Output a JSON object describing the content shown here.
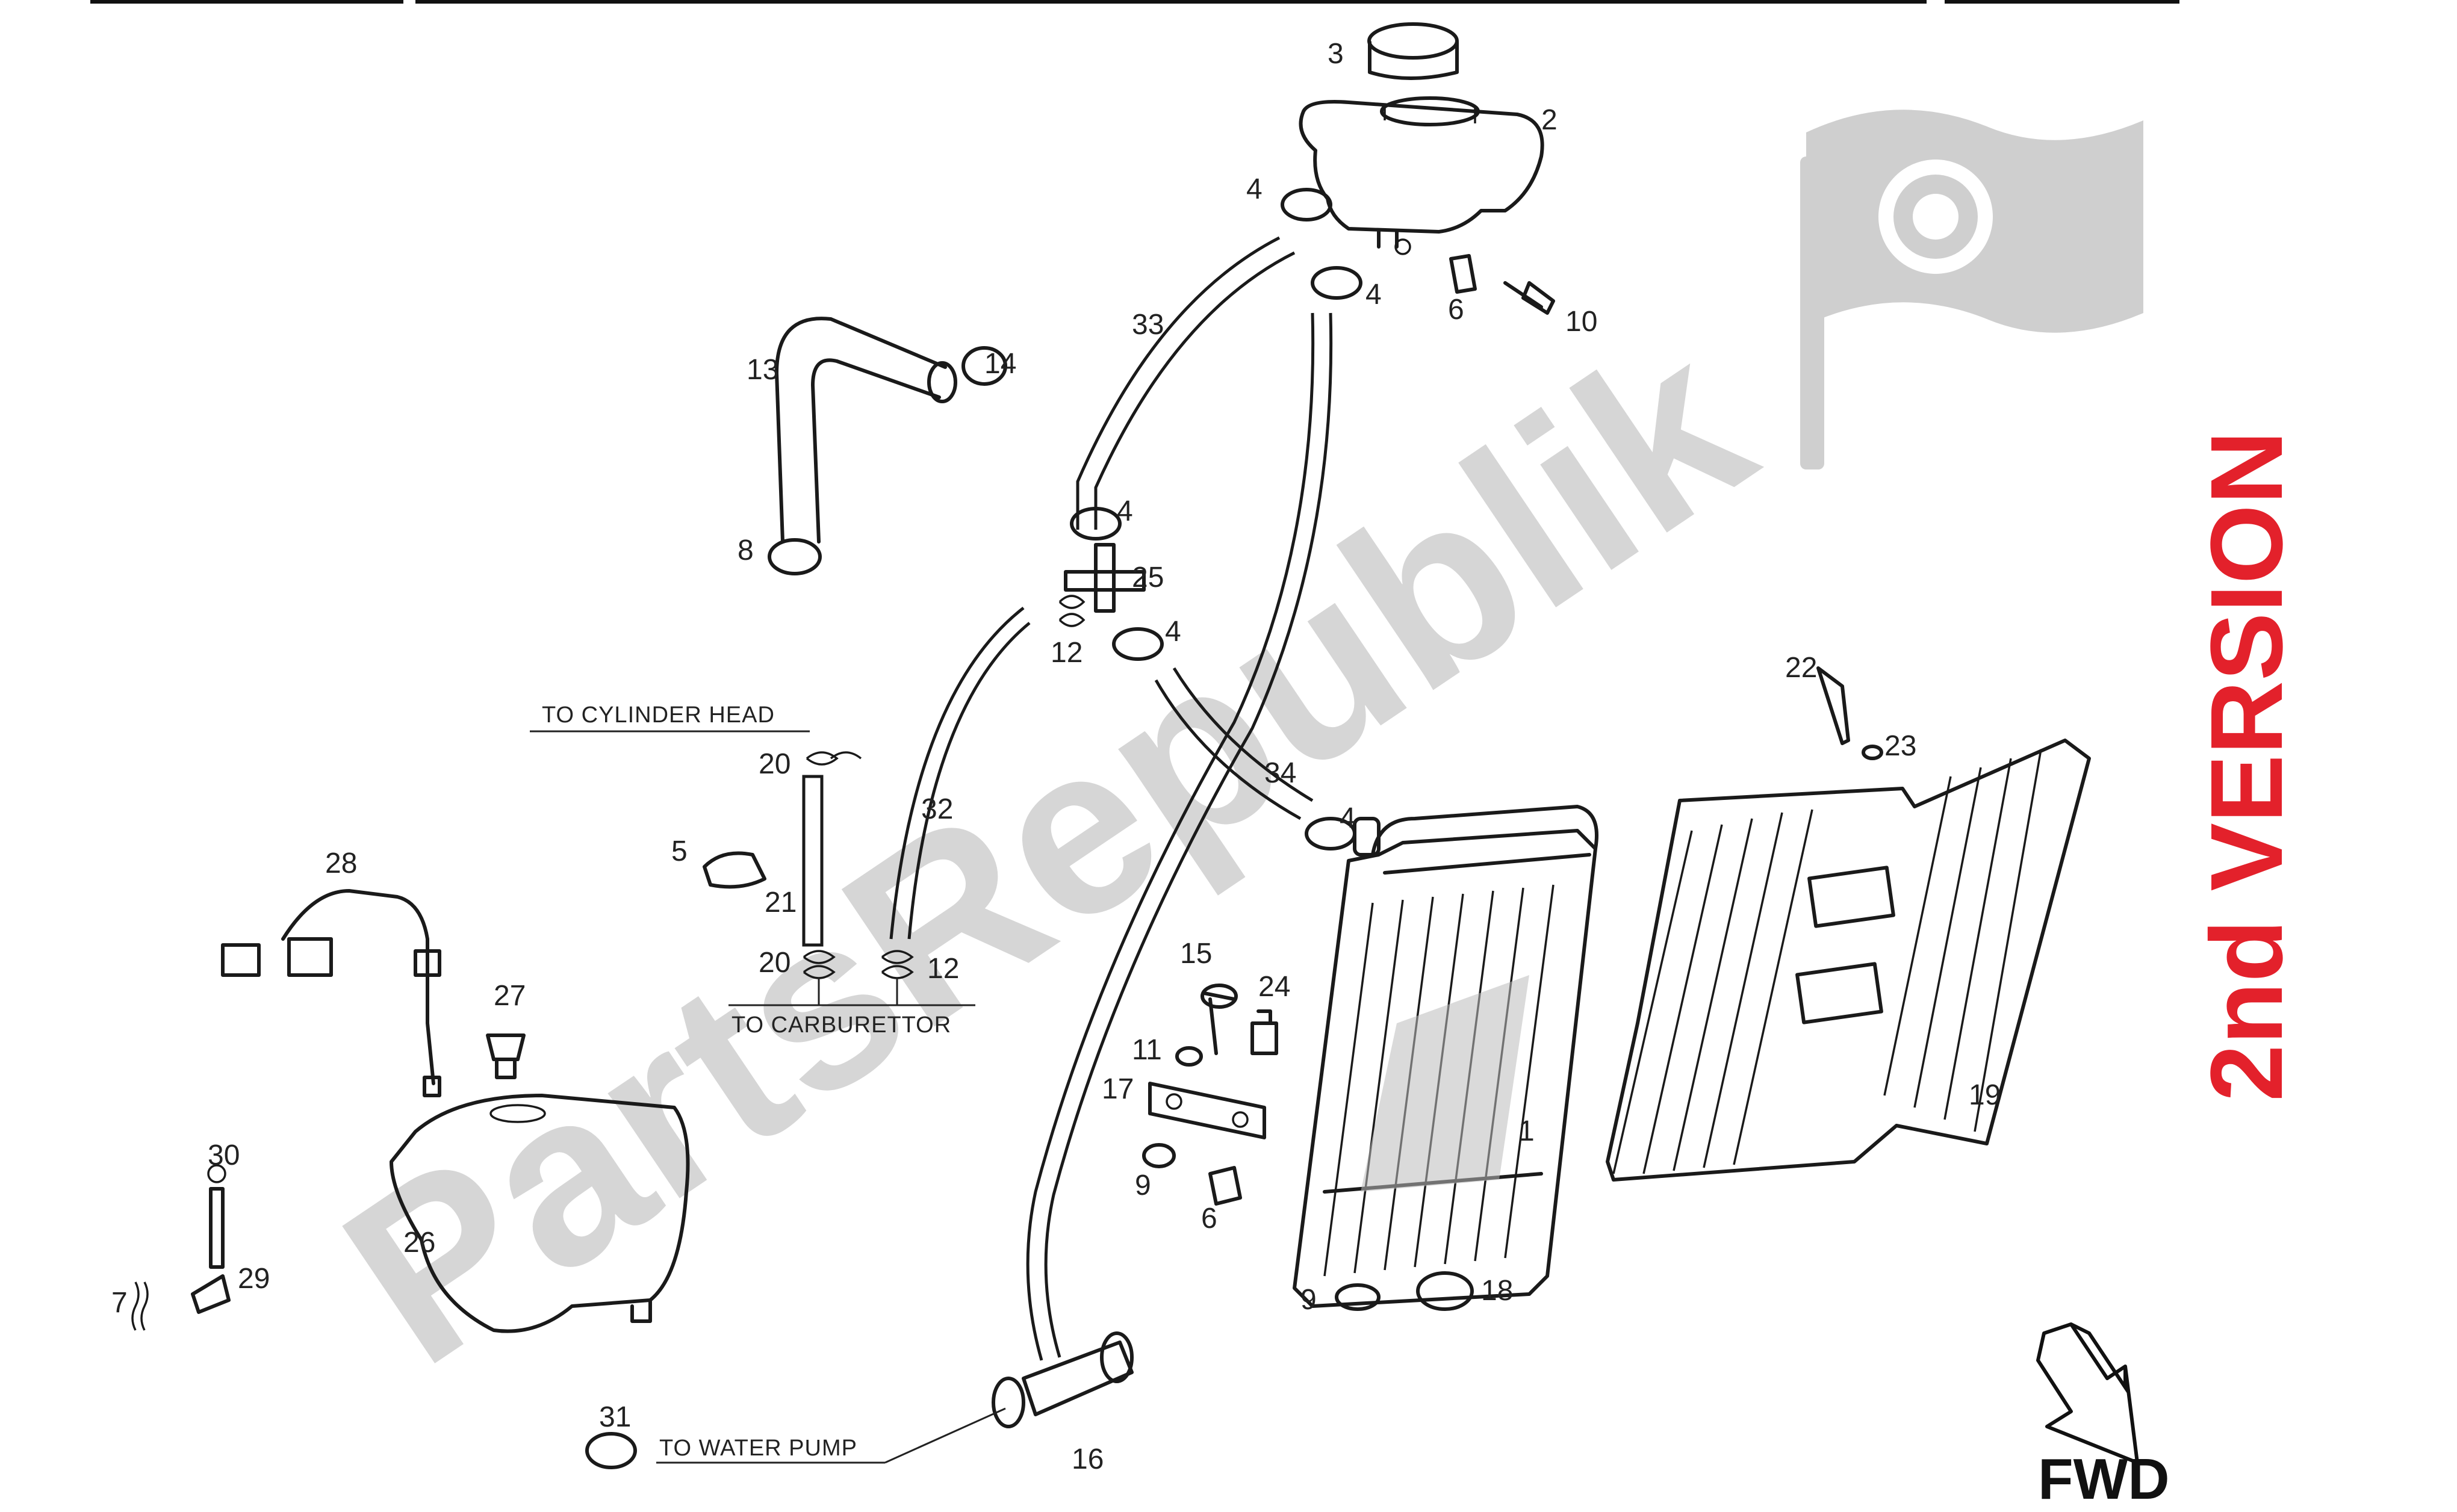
{
  "watermark": {
    "text": "PartsRepublik",
    "logo_icon": "gear-flag-icon"
  },
  "version_label": "2nd VERSION",
  "direction": {
    "label": "FWD",
    "icon": "arrow-down-right-icon"
  },
  "notes": {
    "cylinder_head": "TO CYLINDER HEAD",
    "carburettor": "TO CARBURETTOR",
    "water_pump": "TO WATER PUMP"
  },
  "parts": [
    {
      "key": "p1",
      "num": "1"
    },
    {
      "key": "p2",
      "num": "2"
    },
    {
      "key": "p3",
      "num": "3"
    },
    {
      "key": "p4a",
      "num": "4"
    },
    {
      "key": "p4b",
      "num": "4"
    },
    {
      "key": "p4c",
      "num": "4"
    },
    {
      "key": "p4d",
      "num": "4"
    },
    {
      "key": "p4e",
      "num": "4"
    },
    {
      "key": "p5",
      "num": "5"
    },
    {
      "key": "p6a",
      "num": "6"
    },
    {
      "key": "p6b",
      "num": "6"
    },
    {
      "key": "p7",
      "num": "7"
    },
    {
      "key": "p8",
      "num": "8"
    },
    {
      "key": "p9a",
      "num": "9"
    },
    {
      "key": "p9b",
      "num": "9"
    },
    {
      "key": "p10",
      "num": "10"
    },
    {
      "key": "p11",
      "num": "11"
    },
    {
      "key": "p12a",
      "num": "12"
    },
    {
      "key": "p12b",
      "num": "12"
    },
    {
      "key": "p13",
      "num": "13"
    },
    {
      "key": "p14",
      "num": "14"
    },
    {
      "key": "p15",
      "num": "15"
    },
    {
      "key": "p16",
      "num": "16"
    },
    {
      "key": "p17",
      "num": "17"
    },
    {
      "key": "p18",
      "num": "18"
    },
    {
      "key": "p19",
      "num": "19"
    },
    {
      "key": "p20a",
      "num": "20"
    },
    {
      "key": "p20b",
      "num": "20"
    },
    {
      "key": "p21",
      "num": "21"
    },
    {
      "key": "p22",
      "num": "22"
    },
    {
      "key": "p23",
      "num": "23"
    },
    {
      "key": "p24",
      "num": "24"
    },
    {
      "key": "p25",
      "num": "25"
    },
    {
      "key": "p26",
      "num": "26"
    },
    {
      "key": "p27",
      "num": "27"
    },
    {
      "key": "p28",
      "num": "28"
    },
    {
      "key": "p29",
      "num": "29"
    },
    {
      "key": "p30",
      "num": "30"
    },
    {
      "key": "p31",
      "num": "31"
    },
    {
      "key": "p32",
      "num": "32"
    },
    {
      "key": "p33",
      "num": "33"
    },
    {
      "key": "p34",
      "num": "34"
    }
  ]
}
